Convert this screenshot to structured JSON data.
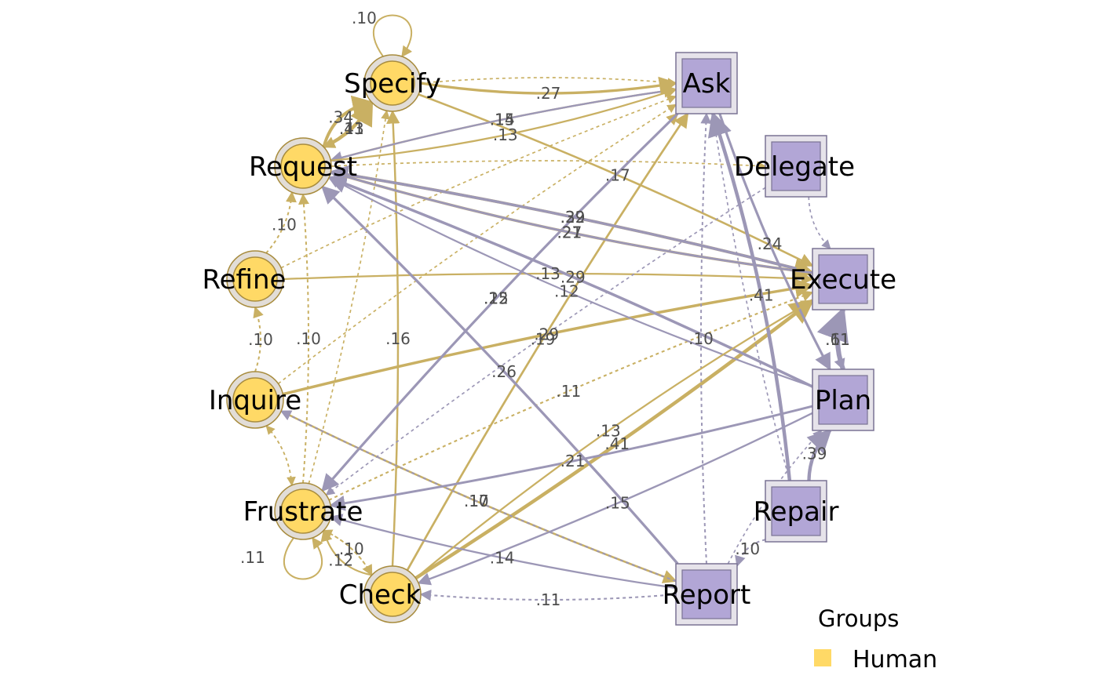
{
  "colors": {
    "human_fill": "#FFD966",
    "human_edge": "#C9B063",
    "human_ring": "#E2DDD7",
    "human_ring_fill": "#A88C3E",
    "ai_fill": "#B2A6D6",
    "ai_edge": "#9C97B6",
    "ai_box": "#E6E3EA",
    "ai_box_border": "#7A7394"
  },
  "nodes": [
    {
      "id": "Specify",
      "label": "Specify",
      "group": "Human"
    },
    {
      "id": "Request",
      "label": "Request",
      "group": "Human"
    },
    {
      "id": "Refine",
      "label": "Refine",
      "group": "Human"
    },
    {
      "id": "Inquire",
      "label": "Inquire",
      "group": "Human"
    },
    {
      "id": "Frustrate",
      "label": "Frustrate",
      "group": "Human"
    },
    {
      "id": "Check",
      "label": "Check",
      "group": "Human"
    },
    {
      "id": "Ask",
      "label": "Ask",
      "group": "AI"
    },
    {
      "id": "Delegate",
      "label": "Delegate",
      "group": "AI"
    },
    {
      "id": "Execute",
      "label": "Execute",
      "group": "AI"
    },
    {
      "id": "Plan",
      "label": "Plan",
      "group": "AI"
    },
    {
      "id": "Repair",
      "label": "Repair",
      "group": "AI"
    },
    {
      "id": "Report",
      "label": "Report",
      "group": "AI"
    }
  ],
  "edges": [
    {
      "from": "Specify",
      "to": "Ask",
      "weight": null,
      "label": ""
    },
    {
      "from": "Specify",
      "to": "Execute",
      "weight": 0.17,
      "label": ".17"
    },
    {
      "from": "Specify",
      "to": "Request",
      "weight": 0.13,
      "label": ".13"
    },
    {
      "from": "Specify",
      "to": "Specify",
      "weight": 0.1,
      "label": ".10"
    },
    {
      "from": "Request",
      "to": "Specify",
      "weight": 0.41,
      "label": ".41"
    },
    {
      "from": "Request",
      "to": "Ask",
      "weight": 0.15,
      "label": ".15"
    },
    {
      "from": "Request",
      "to": "Execute",
      "weight": 0.32,
      "label": ".32"
    },
    {
      "from": "Request",
      "to": "Delegate",
      "weight": null,
      "label": ""
    },
    {
      "from": "Refine",
      "to": "Request",
      "weight": 0.1,
      "label": ".10"
    },
    {
      "from": "Refine",
      "to": "Execute",
      "weight": 0.13,
      "label": ".13"
    },
    {
      "from": "Refine",
      "to": "Ask",
      "weight": null,
      "label": ""
    },
    {
      "from": "Inquire",
      "to": "Refine",
      "weight": 0.1,
      "label": ".10"
    },
    {
      "from": "Inquire",
      "to": "Ask",
      "weight": null,
      "label": ""
    },
    {
      "from": "Inquire",
      "to": "Execute",
      "weight": 0.29,
      "label": ".29"
    },
    {
      "from": "Inquire",
      "to": "Frustrate",
      "weight": null,
      "label": ""
    },
    {
      "from": "Inquire",
      "to": "Report",
      "weight": 0.17,
      "label": ".17"
    },
    {
      "from": "Frustrate",
      "to": "Request",
      "weight": 0.1,
      "label": ".10"
    },
    {
      "from": "Frustrate",
      "to": "Specify",
      "weight": null,
      "label": ""
    },
    {
      "from": "Frustrate",
      "to": "Ask",
      "weight": 0.12,
      "label": ".12"
    },
    {
      "from": "Frustrate",
      "to": "Execute",
      "weight": 0.11,
      "label": ".11"
    },
    {
      "from": "Frustrate",
      "to": "Check",
      "weight": 0.1,
      "label": ".10"
    },
    {
      "from": "Frustrate",
      "to": "Frustrate",
      "weight": 0.11,
      "label": ".11"
    },
    {
      "from": "Frustrate",
      "to": "Inquire",
      "weight": null,
      "label": ""
    },
    {
      "from": "Check",
      "to": "Specify",
      "weight": 0.16,
      "label": ".16"
    },
    {
      "from": "Check",
      "to": "Execute",
      "weight": 0.41,
      "label": ".41"
    },
    {
      "from": "Check",
      "to": "Ask",
      "weight": 0.19,
      "label": ".19"
    },
    {
      "from": "Check",
      "to": "Frustrate",
      "weight": null,
      "label": ""
    },
    {
      "from": "Ask",
      "to": "Request",
      "weight": 0.14,
      "label": ".14"
    },
    {
      "from": "Ask",
      "to": "Frustrate",
      "weight": 0.25,
      "label": ".25"
    },
    {
      "from": "Ask",
      "to": "Plan",
      "weight": 0.24,
      "label": ".24"
    },
    {
      "from": "Delegate",
      "to": "Execute",
      "weight": null,
      "label": ""
    },
    {
      "from": "Delegate",
      "to": "Frustrate",
      "weight": null,
      "label": ""
    },
    {
      "from": "Execute",
      "to": "Request",
      "weight": 0.29,
      "label": ".29"
    },
    {
      "from": "Execute",
      "to": "Plan",
      "weight": 0.11,
      "label": ".11"
    },
    {
      "from": "Plan",
      "to": "Request",
      "weight": 0.29,
      "label": ".29"
    },
    {
      "from": "Plan",
      "to": "Execute",
      "weight": 0.61,
      "label": ".61"
    },
    {
      "from": "Plan",
      "to": "Frustrate",
      "weight": 0.21,
      "label": ".21"
    },
    {
      "from": "Plan",
      "to": "Check",
      "weight": 0.15,
      "label": ".15"
    },
    {
      "from": "Repair",
      "to": "Ask",
      "weight": null,
      "label": ""
    },
    {
      "from": "Repair",
      "to": "Plan",
      "weight": 0.39,
      "label": ".39"
    },
    {
      "from": "Repair",
      "to": "Report",
      "weight": 0.1,
      "label": ".10"
    },
    {
      "from": "Report",
      "to": "Request",
      "weight": 0.26,
      "label": ".26"
    },
    {
      "from": "Report",
      "to": "Inquire",
      "weight": 0.1,
      "label": ".10"
    },
    {
      "from": "Report",
      "to": "Frustrate",
      "weight": 0.14,
      "label": ".14"
    },
    {
      "from": "Report",
      "to": "Check",
      "weight": 0.11,
      "label": ".11"
    },
    {
      "from": "Report",
      "to": "Ask",
      "weight": 0.1,
      "label": ".10"
    },
    {
      "from": "Report",
      "to": "Plan",
      "weight": null,
      "label": ""
    },
    {
      "from": "Specify",
      "to": "Ask",
      "weight": 0.27,
      "label": ".27"
    },
    {
      "from": "Request",
      "to": "Specify",
      "weight": 0.34,
      "label": ".34"
    },
    {
      "from": "Request",
      "to": "Ask",
      "weight": 0.13,
      "label": ".13"
    },
    {
      "from": "Request",
      "to": "Execute",
      "weight": 0.27,
      "label": ".27"
    },
    {
      "from": "Execute",
      "to": "Request",
      "weight": 0.21,
      "label": ".21"
    },
    {
      "from": "Plan",
      "to": "Request",
      "weight": 0.12,
      "label": ".12"
    },
    {
      "from": "Repair",
      "to": "Ask",
      "weight": 0.41,
      "label": ".41"
    },
    {
      "from": "Check",
      "to": "Frustrate",
      "weight": 0.12,
      "label": ".12"
    },
    {
      "from": "Check",
      "to": "Execute",
      "weight": 0.13,
      "label": ".13"
    }
  ],
  "legend": {
    "title": "Groups",
    "items": [
      {
        "label": "Human",
        "color": "#FFD966"
      }
    ]
  }
}
